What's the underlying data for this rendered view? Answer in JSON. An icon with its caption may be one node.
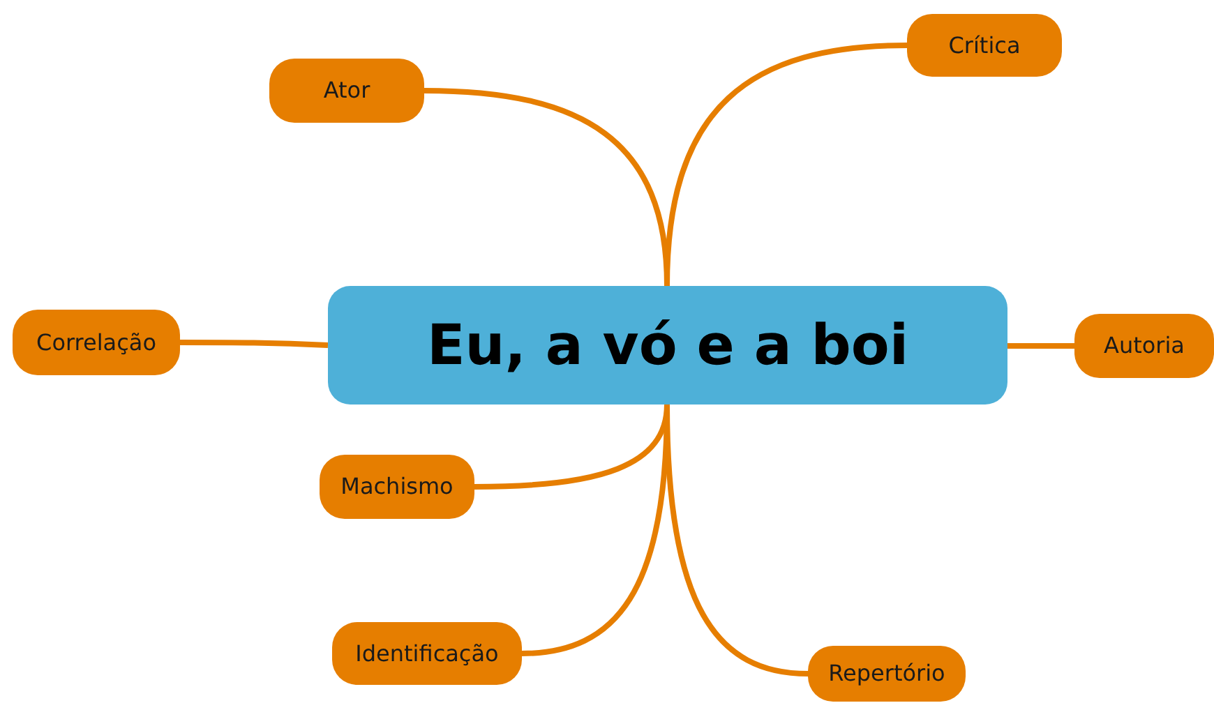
{
  "diagram": {
    "nodes": [
      {
        "text": [
          "Crítica"
        ]
      },
      {
        "text": [
          "Ator"
        ]
      },
      {
        "text": [
          "Correlação"
        ]
      },
      {
        "text": [
          "Eu, a vó e a boi"
        ]
      },
      {
        "text": [
          "Autoria"
        ]
      },
      {
        "text": [
          "Machismo"
        ]
      },
      {
        "text": [
          "Identificação"
        ]
      },
      {
        "text": [
          "Repertório"
        ]
      }
    ],
    "edges": [
      {
        "from": 3,
        "to": 0,
        "arrow": "none"
      },
      {
        "from": 3,
        "to": 1,
        "arrow": "none"
      },
      {
        "from": 3,
        "to": 2,
        "arrow": "none"
      },
      {
        "from": 3,
        "to": 4,
        "arrow": "none"
      },
      {
        "from": 3,
        "to": 5,
        "arrow": "none"
      },
      {
        "from": 3,
        "to": 6,
        "arrow": "none"
      },
      {
        "from": 3,
        "to": 7,
        "arrow": "none"
      }
    ]
  }
}
